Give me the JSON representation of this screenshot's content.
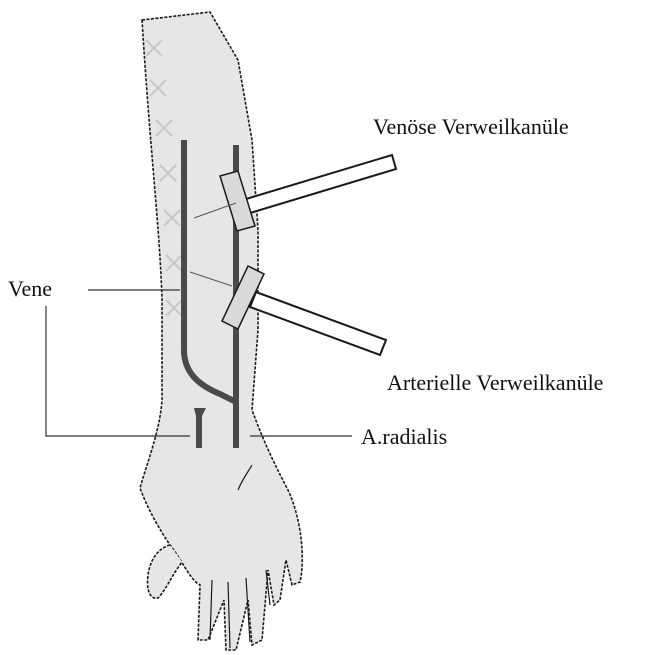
{
  "labels": {
    "venoese_kanuele": "Venöse Verweilkanüle",
    "arterielle_kanuele": "Arterielle Verweilkanüle",
    "vene": "Vene",
    "a_radialis": "A.radialis"
  },
  "colors": {
    "skin": "#e6e6e6",
    "outline": "#1a1a1a",
    "vessel": "#4a4a4a",
    "cannula_hub": "#d9d9d9",
    "leader_line": "#333333",
    "stitch": "#c8c8c8"
  }
}
